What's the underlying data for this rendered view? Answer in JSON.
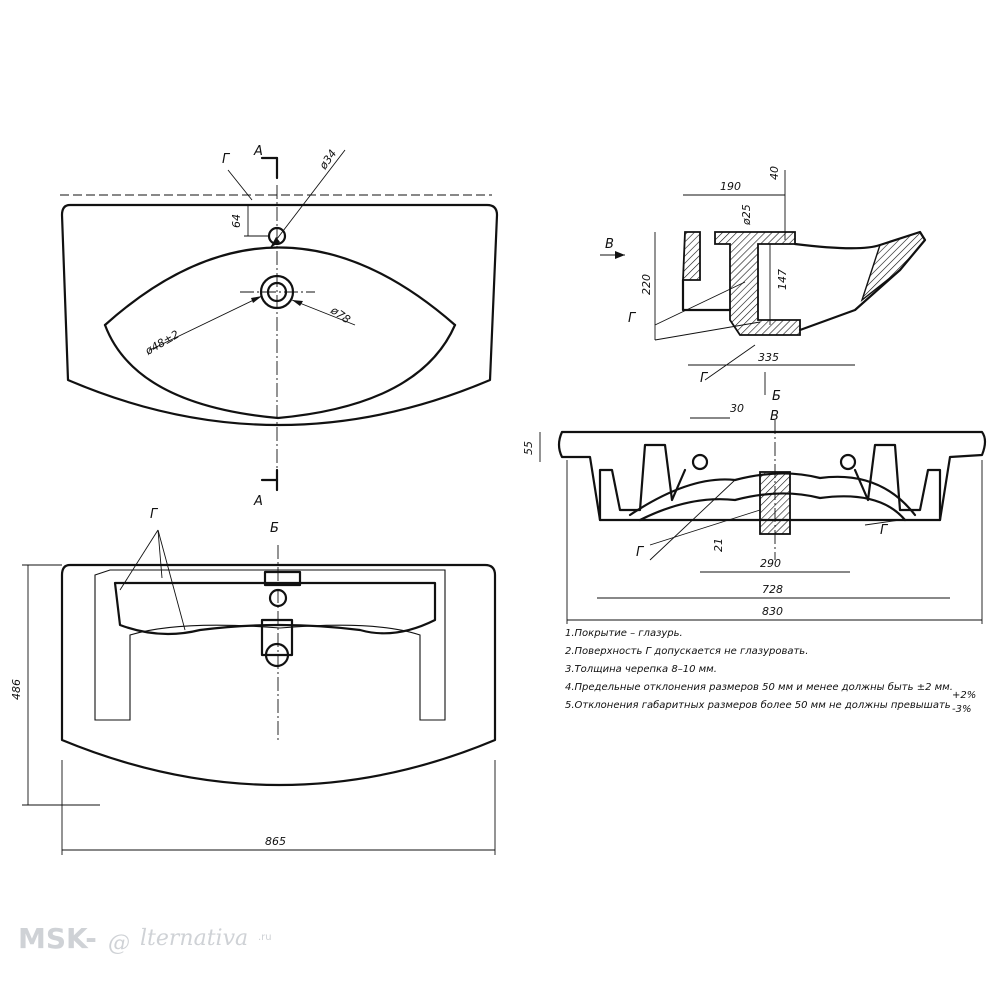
{
  "labels": {
    "section_g": "Г",
    "section_a": "А",
    "section_b": "Б",
    "section_v": "В"
  },
  "dimensions": {
    "top_hole_dia": "ø34",
    "top_offset": "64",
    "drain_dia": "ø78",
    "bowl_radius": "ø48±2",
    "side_width": "190",
    "side_top": "40",
    "side_hole": "ø25",
    "side_height": "220",
    "side_depth": "147",
    "side_length": "335",
    "front_30": "30",
    "front_55": "55",
    "front_21": "21",
    "front_290": "290",
    "front_728": "728",
    "front_830": "830",
    "bottom_width": "865",
    "bottom_height": "486"
  },
  "notes": [
    "1.Покрытие – глазурь.",
    "2.Поверхность Г допускается не глазуровать.",
    "3.Толщина черепка 8–10 мм.",
    "4.Предельные отклонения размеров 50 мм и менее должны быть  ±2 мм.",
    "5.Отклонения габаритных размеров более 50 мм не должны превышать"
  ],
  "tolerance_plus": "+2%",
  "tolerance_minus": "-3%",
  "watermark": {
    "brand": "MSK-",
    "at_sign": "@",
    "name": "lternativa",
    "tld": ".ru"
  }
}
